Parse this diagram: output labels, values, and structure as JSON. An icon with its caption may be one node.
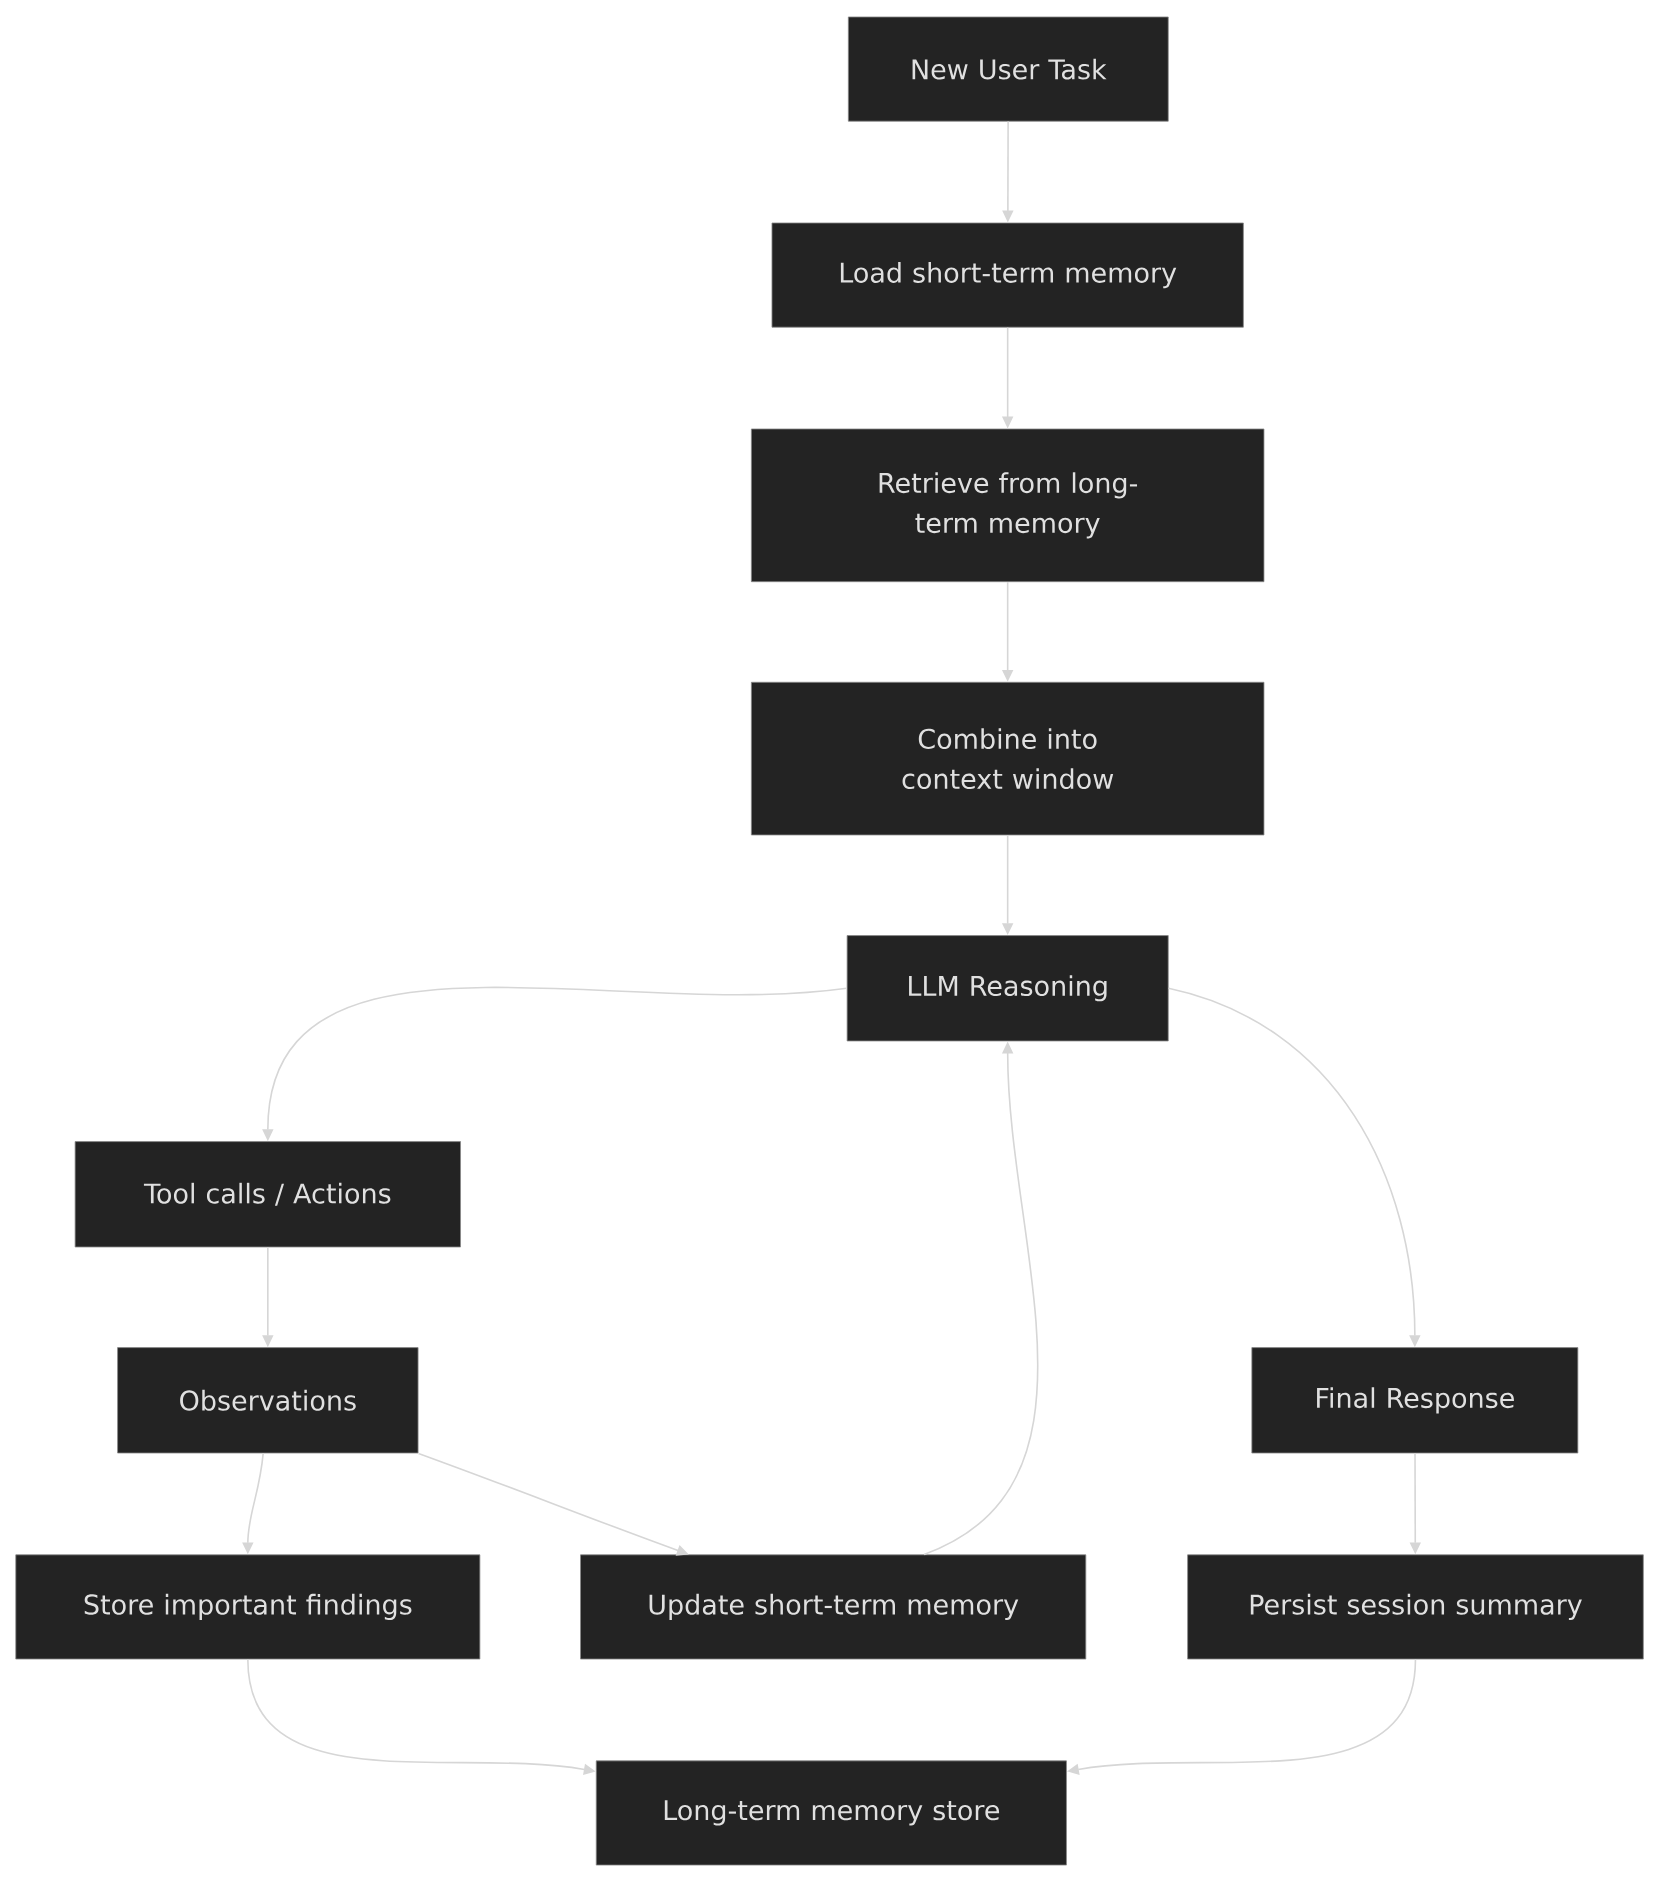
{
  "diagram": {
    "nodes": [
      {
        "text": [
          "New User Task"
        ]
      },
      {
        "text": [
          "Load short-term memory"
        ]
      },
      {
        "text": [
          "Retrieve from long-term memory"
        ]
      },
      {
        "text": [
          "Combine into context window"
        ]
      },
      {
        "text": [
          "LLM Reasoning"
        ]
      },
      {
        "text": [
          "Tool calls / Actions"
        ]
      },
      {
        "text": [
          "Observations"
        ]
      },
      {
        "text": [
          "Final Response"
        ]
      },
      {
        "text": [
          "Store important findings"
        ]
      },
      {
        "text": [
          "Update short-term memory"
        ]
      },
      {
        "text": [
          "Persist session summary"
        ]
      },
      {
        "text": [
          "Long-term memory store"
        ]
      }
    ],
    "edges": [
      {
        "from": 0,
        "to": 1,
        "arrow": "to"
      },
      {
        "from": 1,
        "to": 2,
        "arrow": "to"
      },
      {
        "from": 2,
        "to": 3,
        "arrow": "to"
      },
      {
        "from": 3,
        "to": 4,
        "arrow": "to"
      },
      {
        "from": 4,
        "to": 5,
        "arrow": "to"
      },
      {
        "from": 4,
        "to": 7,
        "arrow": "to"
      },
      {
        "from": 5,
        "to": 6,
        "arrow": "to"
      },
      {
        "from": 6,
        "to": 8,
        "arrow": "to"
      },
      {
        "from": 6,
        "to": 9,
        "arrow": "to"
      },
      {
        "from": 9,
        "to": 4,
        "arrow": "to"
      },
      {
        "from": 7,
        "to": 10,
        "arrow": "to"
      },
      {
        "from": 8,
        "to": 11,
        "arrow": "to"
      },
      {
        "from": 10,
        "to": 11,
        "arrow": "to"
      }
    ]
  }
}
